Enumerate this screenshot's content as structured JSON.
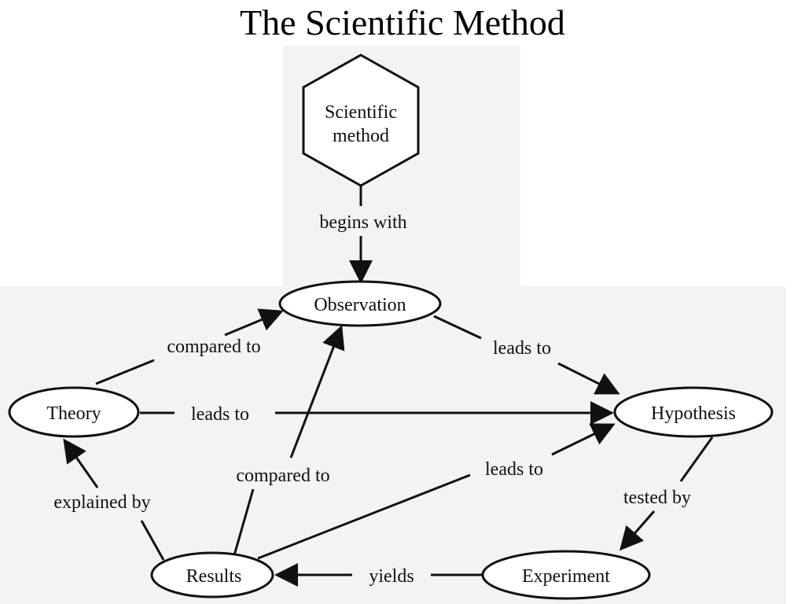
{
  "title": "The Scientific Method",
  "colors": {
    "ink": "#111111",
    "scan_background": "#f3f3f3",
    "page": "#ffffff"
  },
  "nodes": {
    "scientific_method": {
      "line1": "Scientific",
      "line2": "method"
    },
    "observation": "Observation",
    "theory": "Theory",
    "hypothesis": "Hypothesis",
    "results": "Results",
    "experiment": "Experiment"
  },
  "edges": {
    "begins_with": "begins with",
    "theory_observation": "compared to",
    "theory_hypothesis": "leads to",
    "observation_hypothesis": "leads to",
    "results_observation": "compared to",
    "results_hypothesis": "leads to",
    "results_theory": "explained by",
    "hypothesis_experiment": "tested by",
    "experiment_results": "yields"
  }
}
